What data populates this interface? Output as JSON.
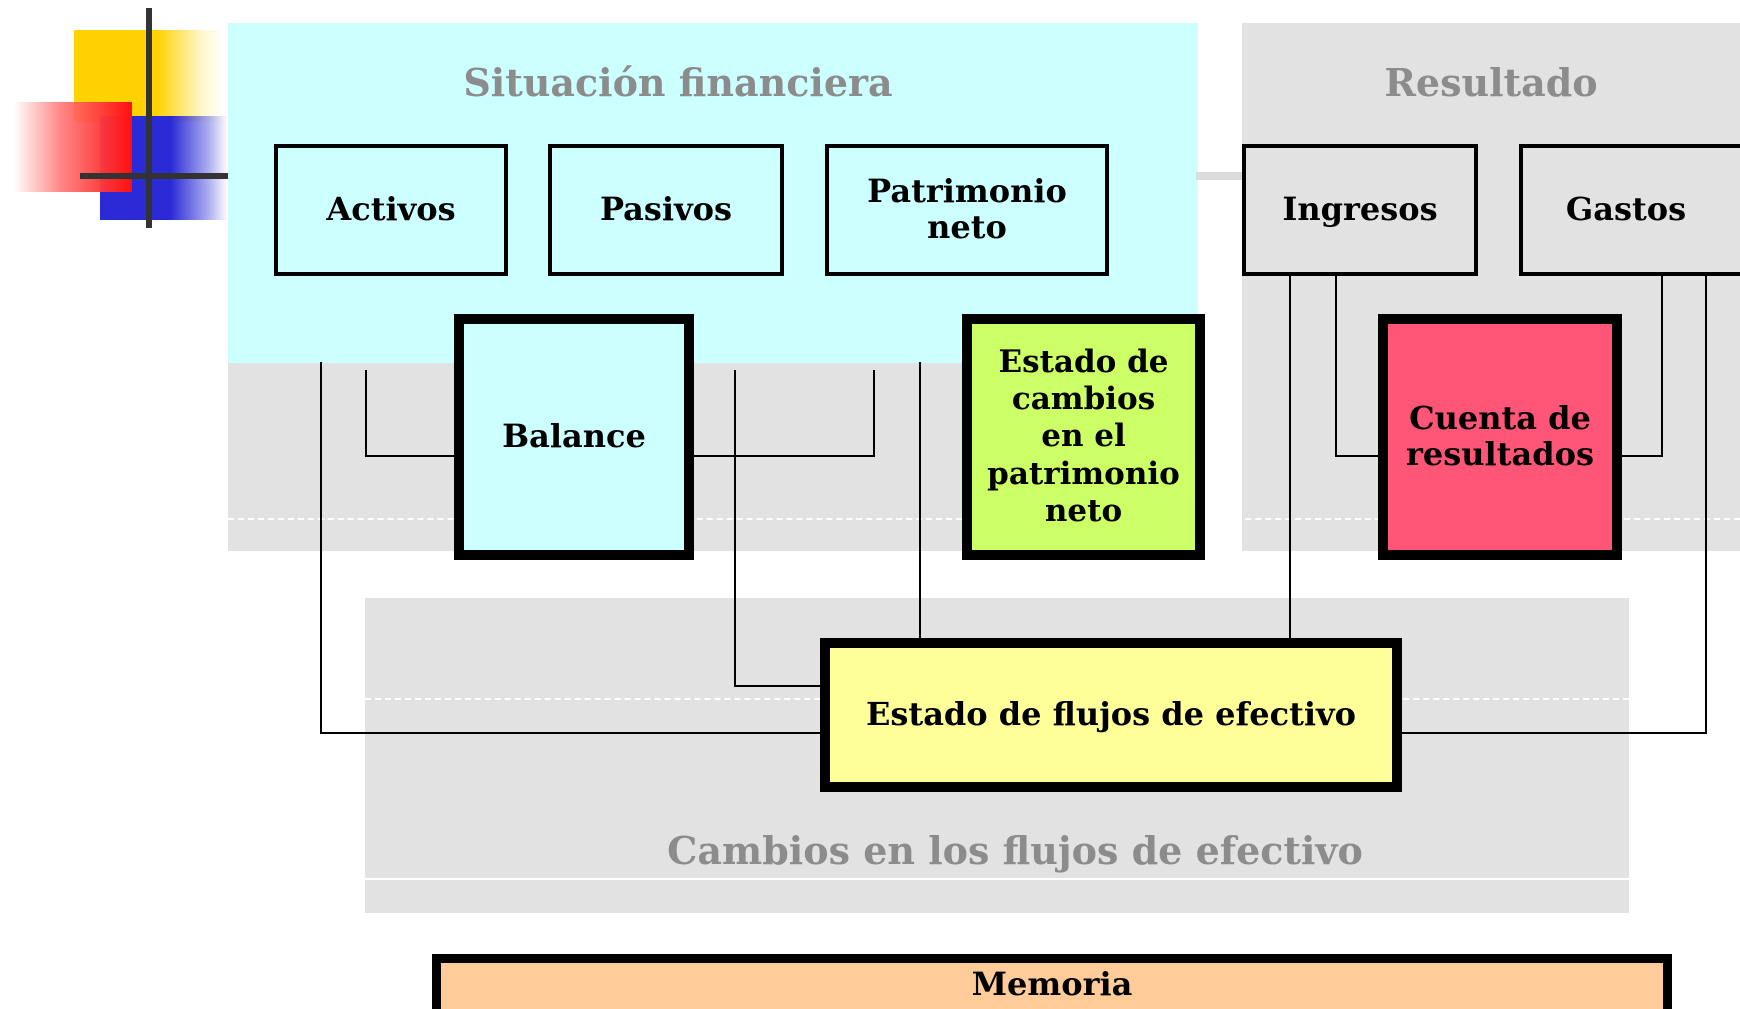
{
  "sections": {
    "situacion": "Situación financiera",
    "resultado": "Resultado",
    "cambios": "Cambios en los flujos de efectivo"
  },
  "elements": {
    "activos": "Activos",
    "pasivos": "Pasivos",
    "patrimonio_line1": "Patrimonio",
    "patrimonio_line2": "neto",
    "ingresos": "Ingresos",
    "gastos": "Gastos"
  },
  "statements": {
    "balance": "Balance",
    "ecpn_lines": [
      "Estado de",
      "cambios",
      "en el",
      "patrimonio",
      "neto"
    ],
    "cuenta_lines": [
      "Cuenta de",
      "resultados"
    ],
    "flujos": "Estado de flujos de efectivo",
    "memoria": "Memoria"
  },
  "colors": {
    "situacion_panel": "#ccffff",
    "gray_panel": "#e2e2e2",
    "section_title": "#8c8c8c",
    "balance": "#ccffff",
    "ecpn": "#ccff66",
    "cuenta": "#ff5577",
    "flujos": "#ffff99",
    "memoria": "#ffcc99"
  }
}
